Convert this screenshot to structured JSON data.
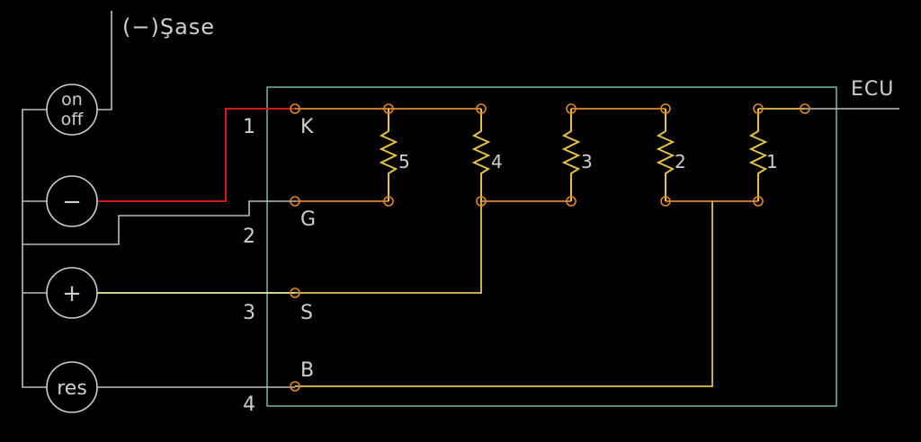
{
  "ground_label": "(−)Şase",
  "ecu_label": "ECU",
  "buttons": [
    {
      "id": "on-off",
      "line1": "on",
      "line2": "off"
    },
    {
      "id": "minus",
      "glyph": "−"
    },
    {
      "id": "plus",
      "glyph": "+"
    },
    {
      "id": "res",
      "glyph": "res"
    }
  ],
  "pins": [
    {
      "number": "1",
      "letter": "K"
    },
    {
      "number": "2",
      "letter": "G"
    },
    {
      "number": "3",
      "letter": "S"
    },
    {
      "number": "4",
      "letter": "B"
    }
  ],
  "resistors": [
    "5",
    "4",
    "3",
    "2",
    "1"
  ],
  "colors": {
    "background": "#000000",
    "white_wire": "#bdbdbd",
    "red_wire": "#d21818",
    "yellow_wire": "#e3c24a",
    "orange_wire": "#e0892a",
    "frame": "#79b8a8"
  }
}
